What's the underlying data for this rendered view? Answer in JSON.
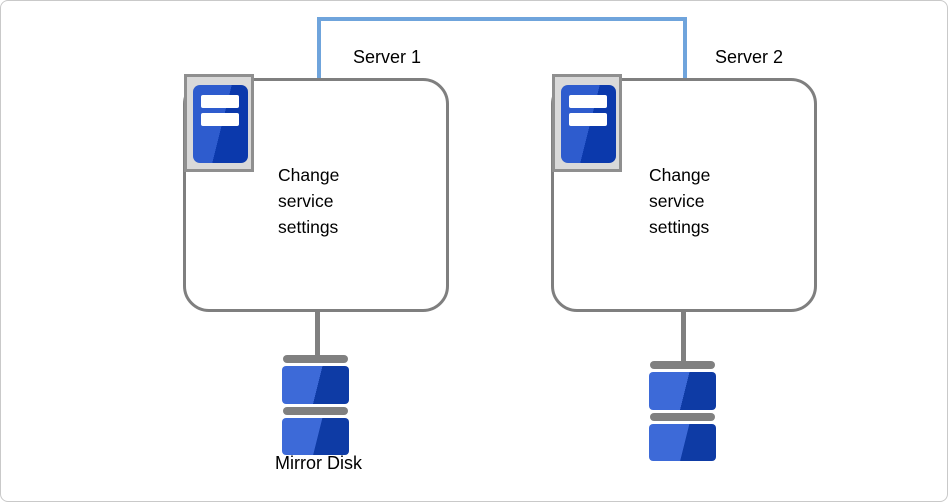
{
  "diagram": {
    "servers": [
      {
        "label": "Server 1",
        "body_text": "Change\nservice\nsettings"
      },
      {
        "label": "Server 2",
        "body_text": "Change\nservice\nsettings"
      }
    ],
    "mirror_disk_label": "Mirror Disk",
    "colors": {
      "interconnect": "#6FA4DC",
      "box_border": "#7F7F7F",
      "gray": "#808080",
      "plate_fill": "#D9D9D9",
      "icon_blue_light": "#2E5CCE",
      "icon_blue_dark": "#0B39AC",
      "disk_blue_light": "#3D6AD8",
      "disk_blue_dark": "#0E3BA5"
    }
  }
}
